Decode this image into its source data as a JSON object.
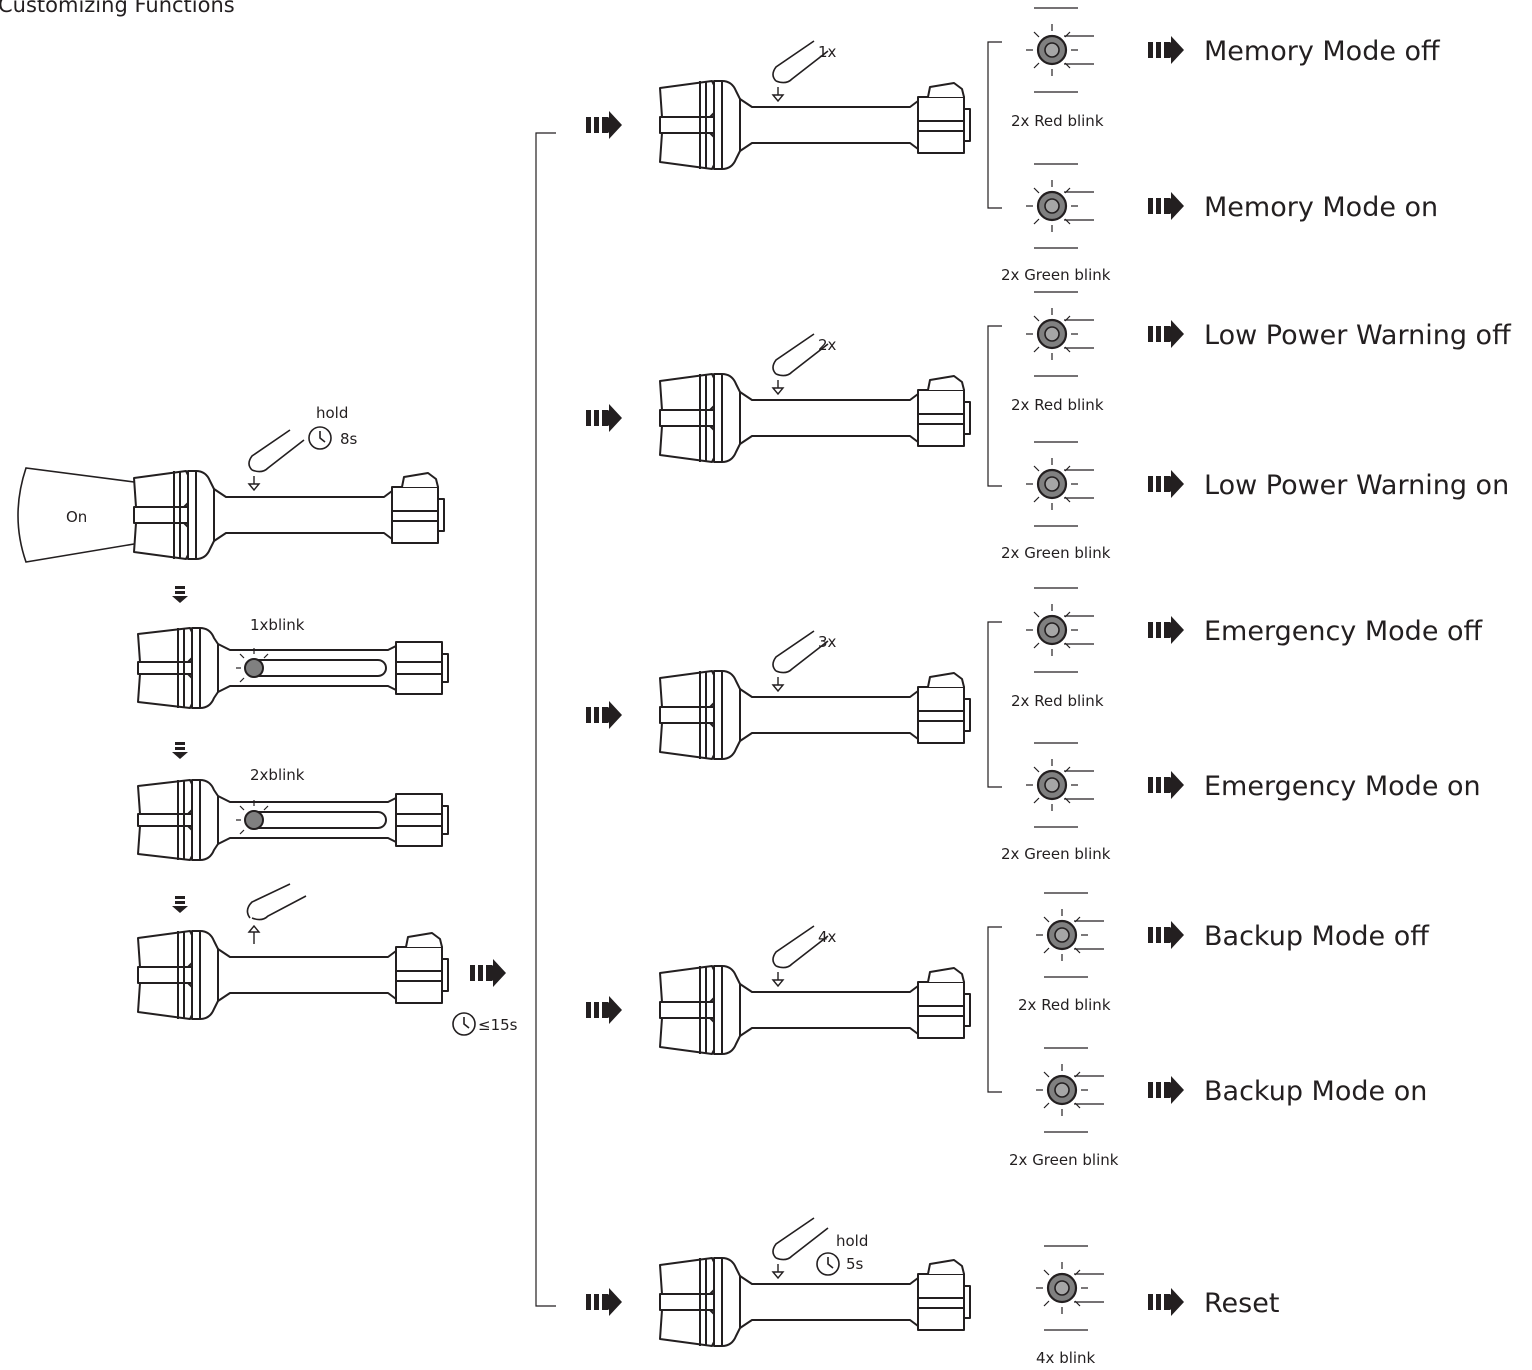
{
  "title": "Customizing Functions",
  "colors": {
    "ink": "#231f20",
    "led_fill": "#808080",
    "led_inner": "#a6a6a6",
    "paper": "#ffffff"
  },
  "icons": {
    "clock": "clock-icon",
    "finger": "finger-press-icon",
    "arrow_down": "triple-down-arrow-icon",
    "arrow_right": "triple-right-arrow-icon",
    "led": "led-indicator-icon",
    "flashlight": "flashlight-icon"
  },
  "start": {
    "on_label": "On",
    "hold_label": "hold",
    "hold_time": "8s",
    "blink1_label": "1xblink",
    "blink2_label": "2xblink",
    "timeout_label": "≤15s"
  },
  "branches": [
    {
      "presses": "1x",
      "off_blink": "2x Red blink",
      "off_label": "Memory Mode off",
      "on_blink": "2x Green blink",
      "on_label": "Memory Mode on"
    },
    {
      "presses": "2x",
      "off_blink": "2x Red blink",
      "off_label": "Low Power Warning off",
      "on_blink": "2x Green blink",
      "on_label": "Low Power Warning on"
    },
    {
      "presses": "3x",
      "off_blink": "2x Red blink",
      "off_label": "Emergency Mode off",
      "on_blink": "2x Green blink",
      "on_label": "Emergency Mode on"
    },
    {
      "presses": "4x",
      "off_blink": "2x Red blink",
      "off_label": "Backup Mode off",
      "on_blink": "2x Green blink",
      "on_label": "Backup Mode on"
    }
  ],
  "reset": {
    "hold_label": "hold",
    "hold_time": "5s",
    "blink_label": "4x blink",
    "result_label": "Reset"
  }
}
